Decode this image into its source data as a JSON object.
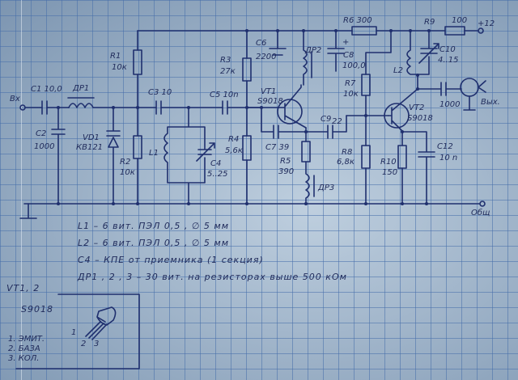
{
  "components": {
    "input": "Вх",
    "c1": "C1 10,0",
    "c2": "C2",
    "c2_val": "1000",
    "dr1": "ДР1",
    "vd1": "VD1",
    "vd1_val": "КВ121",
    "r1": "R1",
    "r1_val": "10к",
    "r2": "R2",
    "r2_val": "10к",
    "c3": "C3 10",
    "l1": "L1",
    "c4": "C4",
    "c4_val": "5..25",
    "c5": "C5 10n",
    "r3": "R3",
    "r3_val": "27к",
    "r4": "R4",
    "r4_val": "5,6к",
    "c6": "C6",
    "c6_val": "2200",
    "dr2": "ДР2",
    "vt1": "VT1",
    "vt1_val": "S9018",
    "c7": "C7 39",
    "r5": "R5",
    "r5_val": "390",
    "dr3": "ДР3",
    "r6": "R6 300",
    "c8": "C8",
    "c8_val": "100,0",
    "c8_plus": "+",
    "c9": "C9",
    "c9_val": "22",
    "r7": "R7",
    "r7_val": "10к",
    "r8": "R8",
    "r8_val": "6,8к",
    "r9": "R9",
    "r9_val": "100",
    "supply": "+12",
    "l2": "L2",
    "c10": "C10",
    "c10_val": "4..15",
    "vt2": "VT2",
    "vt2_val": "S9018",
    "c11_val": "1000",
    "output": "Вых.",
    "r10": "R10",
    "r10_val": "150",
    "c12": "C12",
    "c12_val": "10 n",
    "ground": "Общ"
  },
  "notes": [
    "L1  –  6 вит. ПЭЛ 0,5 , ∅ 5 мм",
    "L2  –  6 вит. ПЭЛ 0,5 , ∅ 5 мм",
    "C4  – КПЕ  от  приемника (1 секция)",
    "ДР1 , 2 , 3   –  30 вит.  на  резисторах  выше  500 кОм"
  ],
  "pinout": {
    "title": "VT1, 2",
    "part": "S9018",
    "pins": [
      "1. ЭМИТ.",
      "2. БАЗА",
      "3. КОЛ."
    ],
    "pin_numbers": [
      "1",
      "2",
      "3"
    ]
  }
}
